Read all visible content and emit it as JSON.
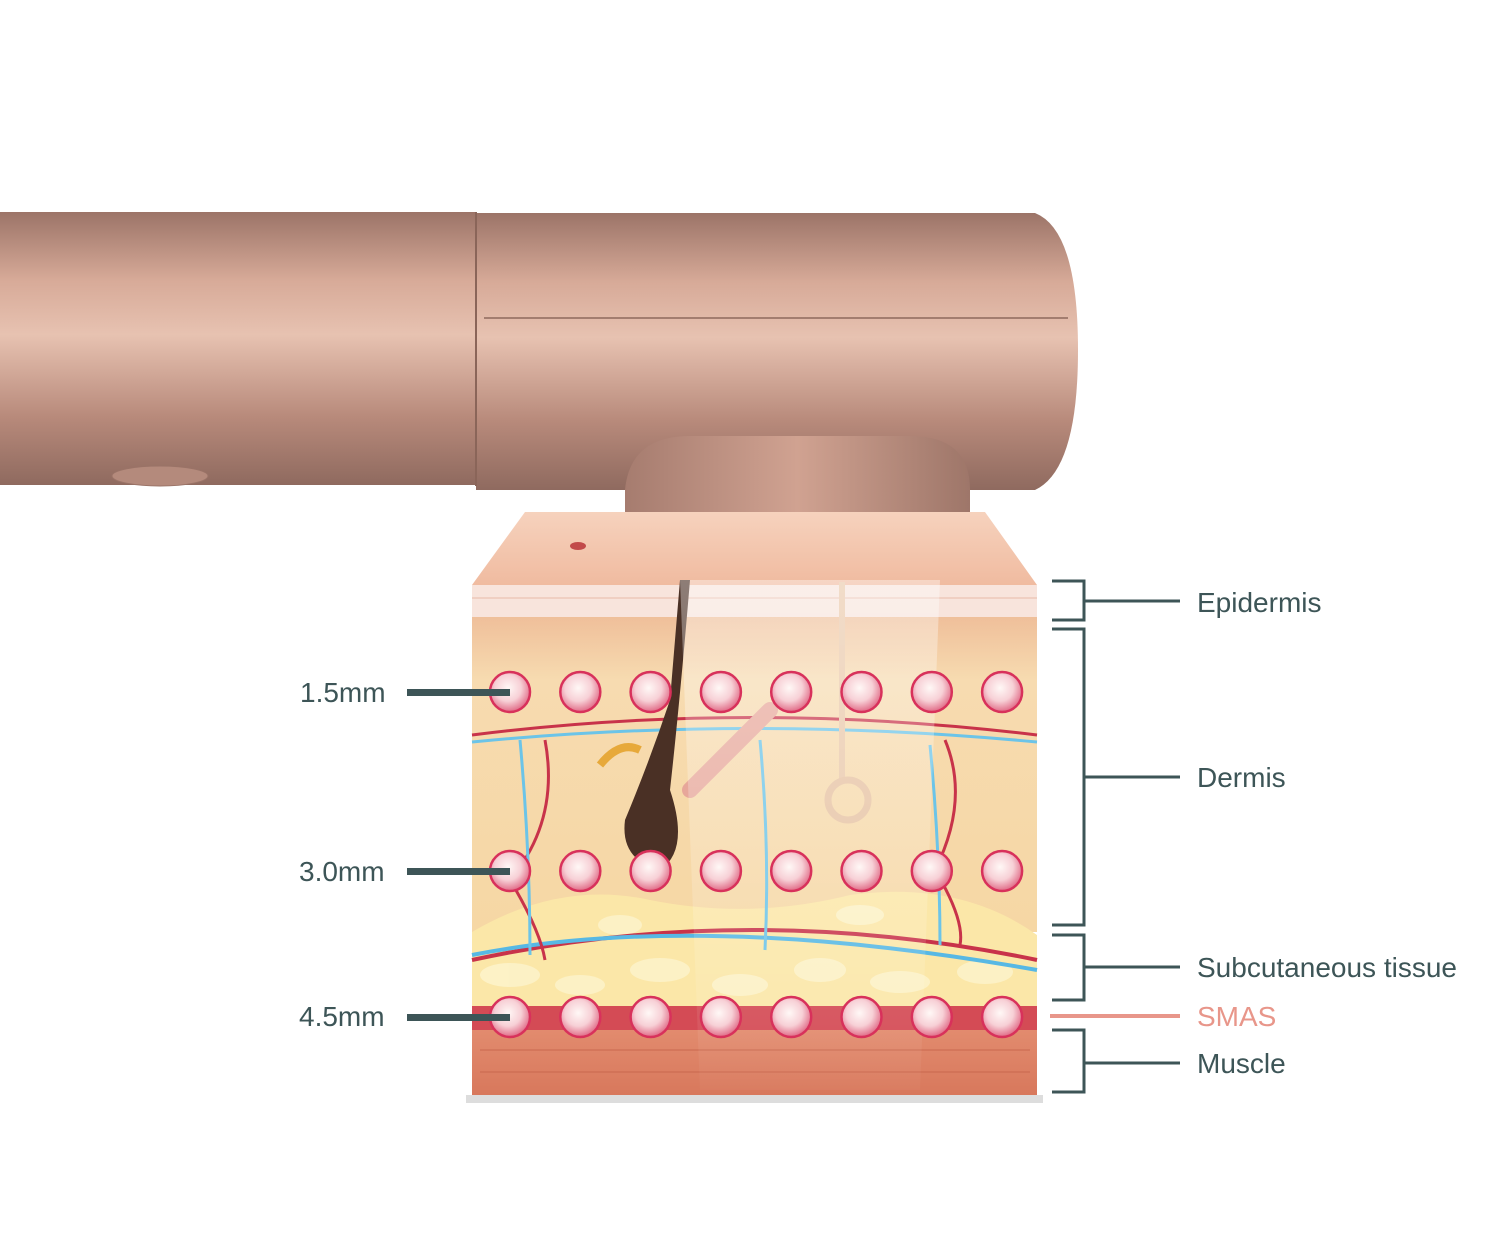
{
  "diagram": {
    "depth_labels": [
      "1.5mm",
      "3.0mm",
      "4.5mm"
    ],
    "layer_labels": {
      "epidermis": "Epidermis",
      "dermis": "Dermis",
      "subcutaneous": "Subcutaneous tissue",
      "smas": "SMAS",
      "muscle": "Muscle"
    },
    "focal_points_per_row": 8,
    "colors": {
      "label_text": "#3d5557",
      "smas_accent": "#e8968a",
      "device": "#c39282",
      "focal_point": "#d8315b"
    }
  }
}
